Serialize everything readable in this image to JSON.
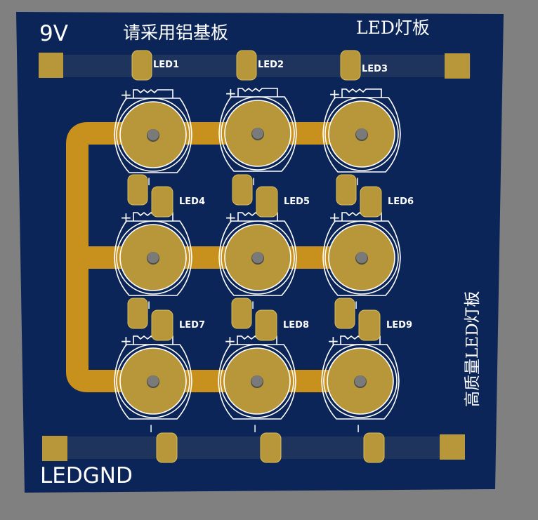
{
  "board": {
    "power_label": "9V",
    "title_cn": "请采用铝基板",
    "title_led": "LED灯板",
    "side_label": "高质量LED灯板",
    "ground_label": "LEDGND",
    "colors": {
      "background": "#808080",
      "solder_mask": "#0b2559",
      "copper_trace": "#c8901c",
      "pad": "#b8963a",
      "rail": "#1e345c",
      "drill": "#7a7a7a",
      "silkscreen": "#ffffff"
    }
  },
  "leds": [
    {
      "ref": "LED1",
      "plus": "+",
      "minus": "I"
    },
    {
      "ref": "LED2",
      "plus": "+",
      "minus": "I"
    },
    {
      "ref": "LED3",
      "plus": "+",
      "minus": "I"
    },
    {
      "ref": "LED4",
      "plus": "+",
      "minus": "I"
    },
    {
      "ref": "LED5",
      "plus": "+",
      "minus": "I"
    },
    {
      "ref": "LED6",
      "plus": "+",
      "minus": "I"
    },
    {
      "ref": "LED7",
      "plus": "+",
      "minus": "I"
    },
    {
      "ref": "LED8",
      "plus": "+",
      "minus": "I"
    },
    {
      "ref": "LED9",
      "plus": "+",
      "minus": "I"
    }
  ]
}
